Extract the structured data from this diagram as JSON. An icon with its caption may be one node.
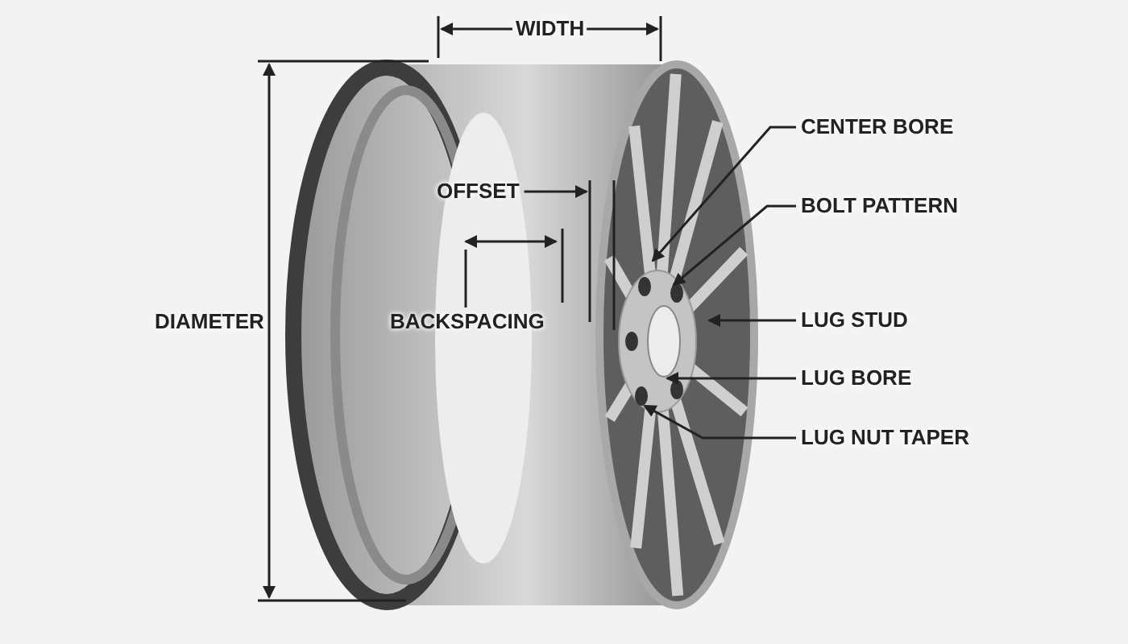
{
  "diagram": {
    "nodes": [
      {
        "text": [
          "OFFSET"
        ]
      },
      {
        "text": [
          "BACKSPACING"
        ]
      },
      {
        "text": [
          "CENTER BORE"
        ]
      },
      {
        "text": [
          "BOLT PATTERN"
        ]
      },
      {
        "text": [
          "LUG STUD"
        ]
      },
      {
        "text": [
          "LUG BORE"
        ]
      },
      {
        "text": [
          "LUG NUT TAPER"
        ]
      },
      {
        "text": [],
        "shape": "arrow"
      }
    ],
    "edges": [
      {
        "from": 0,
        "to": null,
        "arrow": "to"
      },
      {
        "from": 1,
        "to": 7,
        "arrow": "none"
      },
      {
        "from": 2,
        "to": null,
        "arrow": "to"
      },
      {
        "from": 3,
        "to": null,
        "arrow": "to"
      },
      {
        "from": 4,
        "to": null,
        "arrow": "to"
      },
      {
        "from": 5,
        "to": null,
        "arrow": "to"
      },
      {
        "from": 6,
        "to": null,
        "arrow": "to"
      }
    ],
    "labels": [
      "WIDTH",
      "DIAMETER"
    ]
  }
}
